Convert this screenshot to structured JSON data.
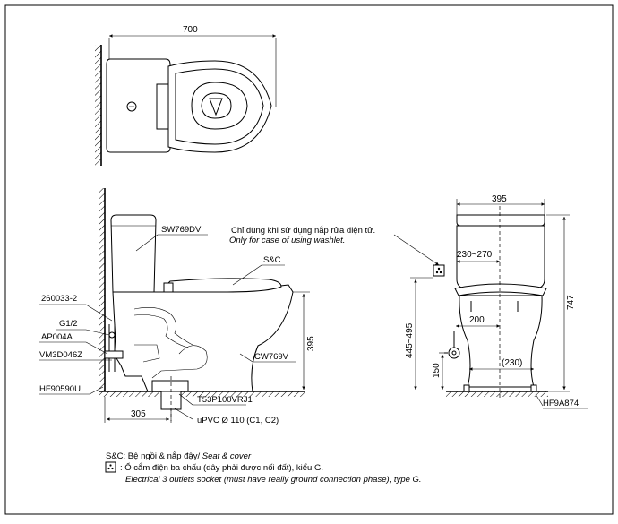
{
  "top_view": {
    "width_label": "700"
  },
  "side_view": {
    "labels": {
      "tank": "SW769DV",
      "seat": "S&C",
      "bowl": "CW769V",
      "p260033": "260033-2",
      "g12": "G1/2",
      "ap004a": "AP004A",
      "vm3d": "VM3D046Z",
      "hf90590u": "HF90590U",
      "t53": "T53P100VRJ1",
      "upvc": "uPVC Ø 110 (C1, C2)"
    },
    "dims": {
      "rough_in": "305",
      "outlet_height": "395"
    }
  },
  "front_view": {
    "labels": {
      "hf9a874": "HF9A874"
    },
    "dims": {
      "width": "395",
      "range": "230~270",
      "height": "747",
      "socket_height": "445~495",
      "inlet_height": "150",
      "inlet_offset": "200",
      "bolt_spacing": "(230)"
    },
    "washlet_note_vi": "Chỉ dùng khi sử dụng nắp rửa điện tử.",
    "washlet_note_en": "Only for case of using washlet."
  },
  "legend": {
    "sc_prefix": "S&C: Bệ ngồi & nắp đậy/ ",
    "sc_en": "Seat & cover",
    "socket_vi": ": Ổ cắm điện ba chấu (dây phải được nối đất), kiểu G.",
    "socket_en": "Electrical 3 outlets socket (must have really ground connection phase), type G."
  }
}
